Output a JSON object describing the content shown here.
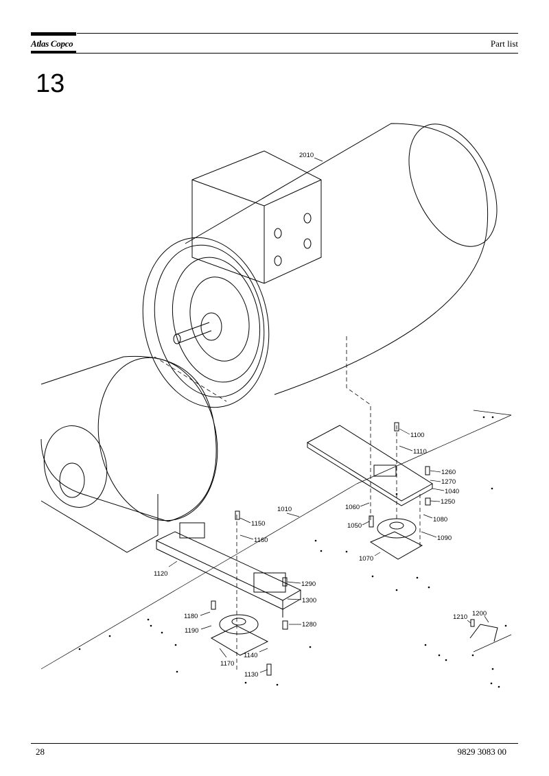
{
  "header": {
    "brand": "Atlas Copco",
    "doc_type": "Part list"
  },
  "section": {
    "number": "13"
  },
  "drawing": {
    "callouts": [
      "2010",
      "1100",
      "1110",
      "1260",
      "1270",
      "1040",
      "1250",
      "1010",
      "1060",
      "1080",
      "1150",
      "1050",
      "1090",
      "1160",
      "1070",
      "1120",
      "1290",
      "1300",
      "1180",
      "1200",
      "1210",
      "1280",
      "1190",
      "1140",
      "1170",
      "1130"
    ]
  },
  "footer": {
    "page_number": "28",
    "doc_number": "9829 3083 00"
  }
}
